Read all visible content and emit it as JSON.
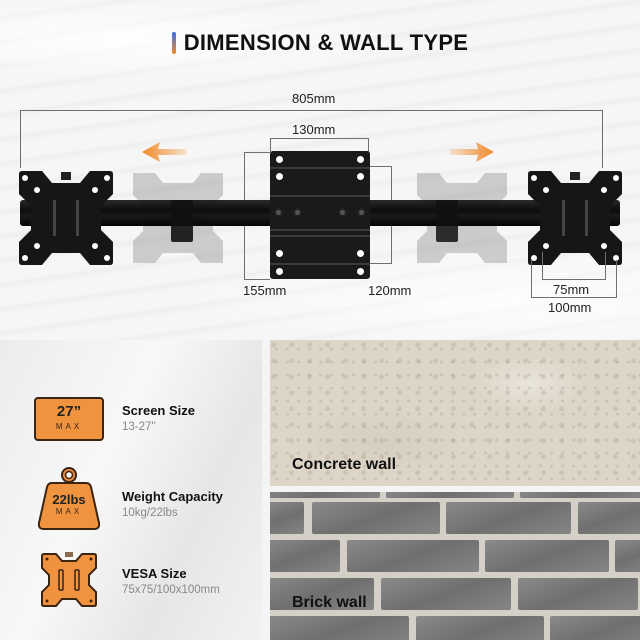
{
  "header": {
    "title": "DIMENSION & WALL TYPE",
    "accent_colors": [
      "#3a6ee8",
      "#f08a2a"
    ]
  },
  "diagram": {
    "total_width": "805mm",
    "plate_width": "130mm",
    "plate_height_outer": "155mm",
    "plate_height_inner": "120mm",
    "vesa_small": "75mm",
    "vesa_large": "100mm",
    "arrow_color": "#f08a2a",
    "arrows": [
      "left-arrow",
      "right-arrow"
    ]
  },
  "features": [
    {
      "icon": "screen-size-badge",
      "badge_value": "27”",
      "badge_sub": "MAX",
      "label": "Screen Size",
      "value": "13-27''"
    },
    {
      "icon": "weight-icon",
      "badge_value": "22lbs",
      "badge_sub": "MAX",
      "label": "Weight Capacity",
      "value": "10kg/22lbs"
    },
    {
      "icon": "vesa-plate-icon",
      "label": "VESA Size",
      "value": "75x75/100x100mm"
    }
  ],
  "walls": [
    {
      "label": "Concrete wall"
    },
    {
      "label": "Brick wall"
    }
  ],
  "colors": {
    "icon_orange": "#f0933f",
    "icon_outline": "#3a2412"
  }
}
